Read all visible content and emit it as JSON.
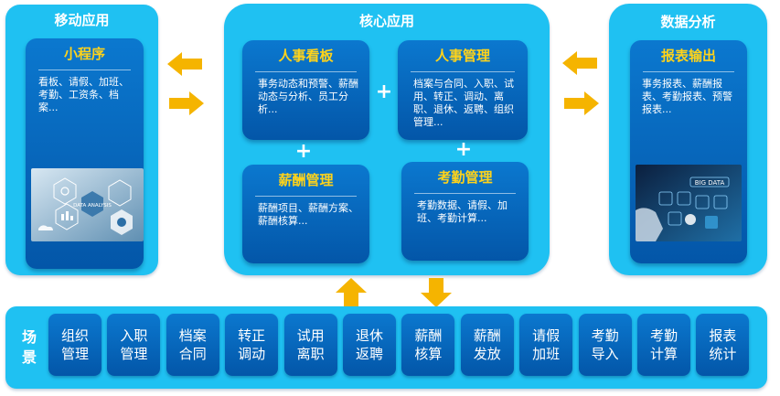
{
  "mobile": {
    "title": "移动应用",
    "card": {
      "title": "小程序",
      "text": "看板、请假、加班、考勤、工资条、档案..."
    },
    "image_caption": "DATA ANALYSIS"
  },
  "core": {
    "title": "核心应用",
    "cards": [
      {
        "title": "人事看板",
        "text": "事务动态和预警、薪酬动态与分析、员工分析..."
      },
      {
        "title": "人事管理",
        "text": "档案与合同、入职、试用、转正、调动、离职、退休、返聘、组织管理..."
      },
      {
        "title": "薪酬管理",
        "text": "薪酬项目、薪酬方案、薪酬核算..."
      },
      {
        "title": "考勤管理",
        "text": "考勤数据、请假、加班、考勤计算..."
      }
    ],
    "plus": "+"
  },
  "analytics": {
    "title": "数据分析",
    "card": {
      "title": "报表输出",
      "text": "事务报表、薪酬报表、考勤报表、预警报表..."
    },
    "image_caption": "BIG DATA"
  },
  "scenes": {
    "label": "场景",
    "items": [
      "组织管理",
      "入职管理",
      "档案合同",
      "转正调动",
      "试用离职",
      "退休返聘",
      "薪酬核算",
      "薪酬发放",
      "请假加班",
      "考勤导入",
      "考勤计算",
      "报表统计"
    ]
  },
  "colors": {
    "panel": "#1fc1f2",
    "card": "#0566bb",
    "card_title": "#ffd31a",
    "arrow": "#f5b400"
  }
}
